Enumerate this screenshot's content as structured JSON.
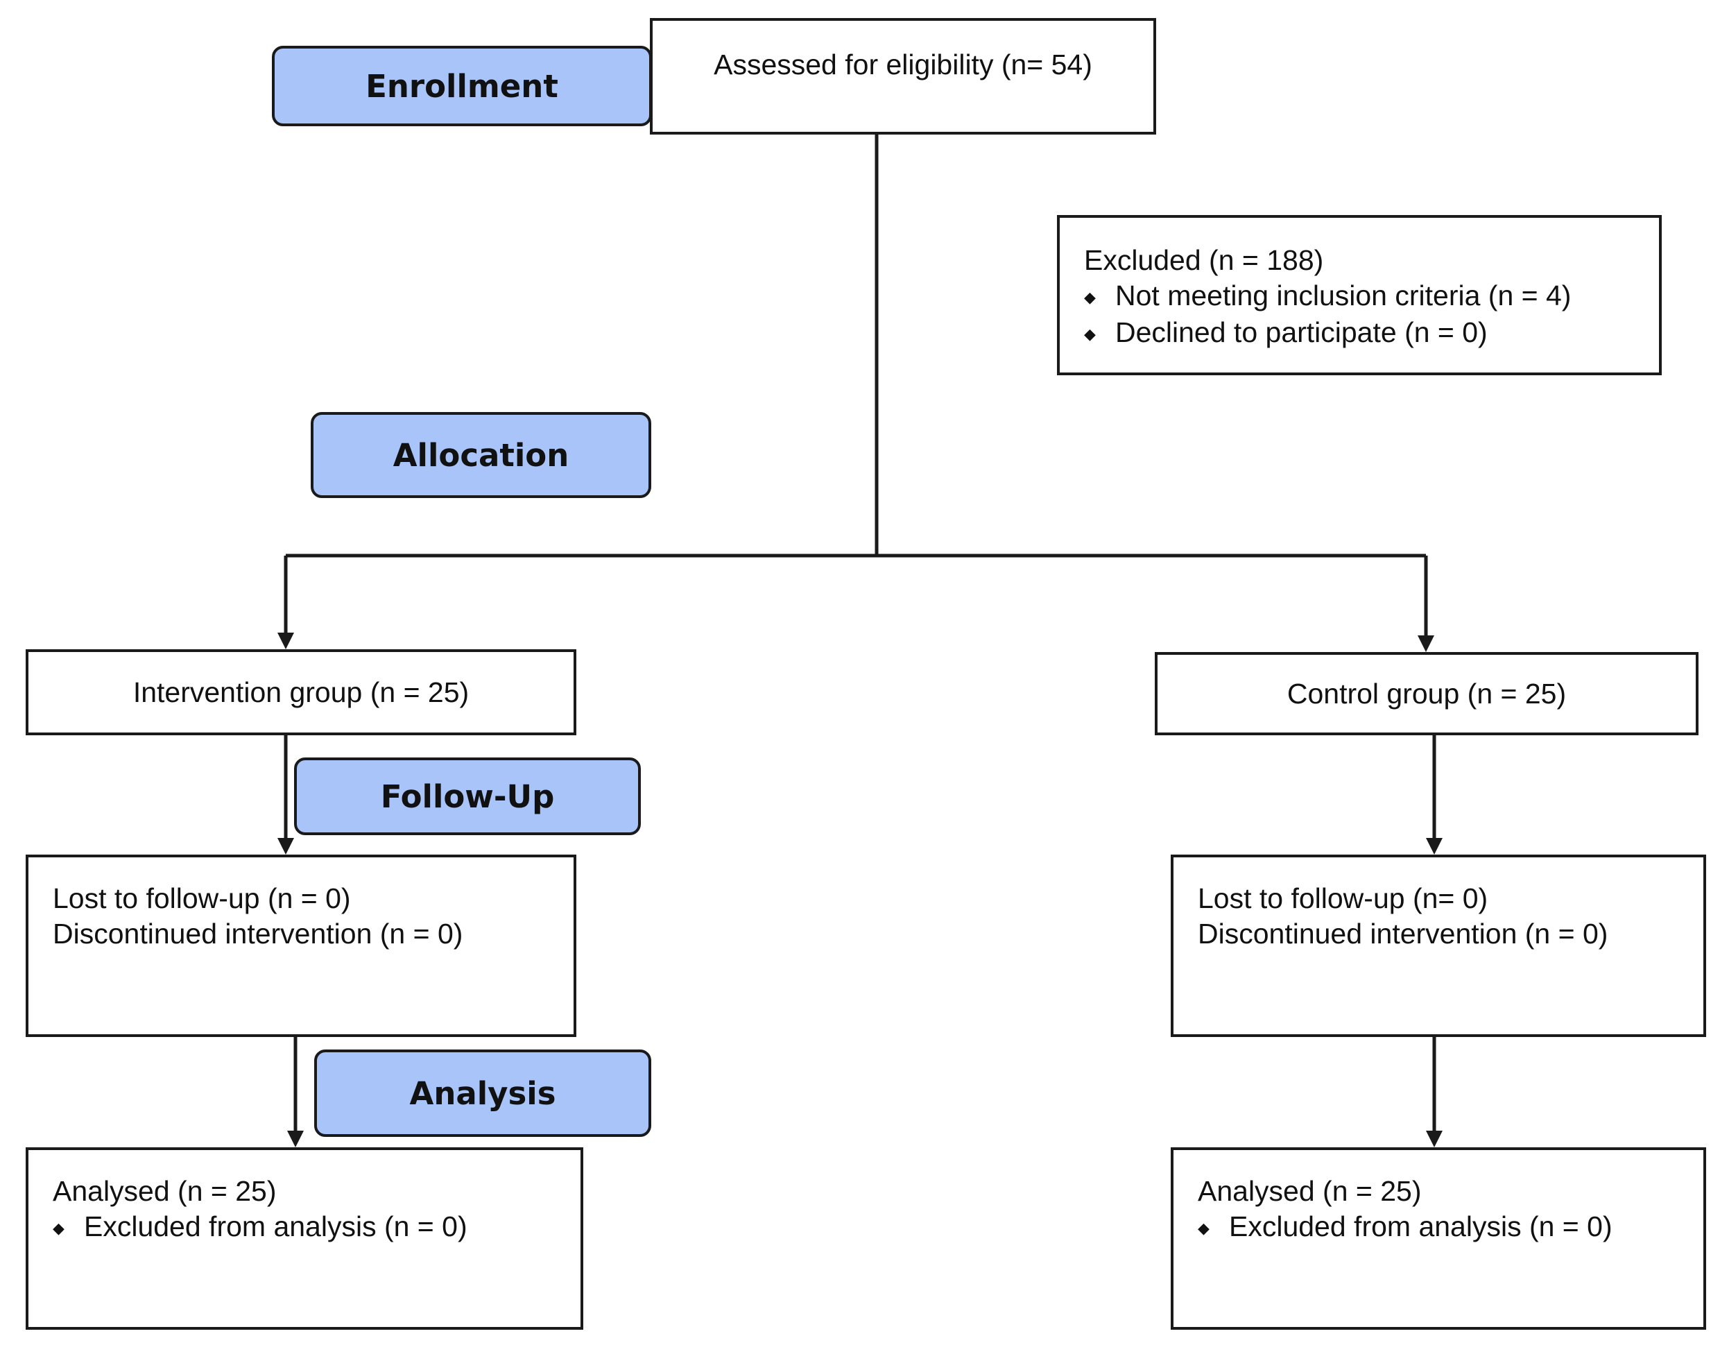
{
  "phases": {
    "enrollment": "Enrollment",
    "allocation": "Allocation",
    "follow_up": "Follow-Up",
    "analysis": "Analysis"
  },
  "assessed": "Assessed for eligibility (n= 54)",
  "excluded": {
    "title": "Excluded (n = 188)",
    "items": [
      "Not meeting inclusion criteria (n = 4)",
      "Declined to participate (n = 0)"
    ]
  },
  "intervention": {
    "group": "Intervention group (n = 25)",
    "follow_up": [
      "Lost to follow-up (n = 0)",
      "Discontinued intervention (n = 0)"
    ],
    "analysed": "Analysed (n = 25)",
    "analysis_items": [
      "Excluded from analysis (n = 0)"
    ]
  },
  "control": {
    "group": "Control group (n = 25)",
    "follow_up": [
      "Lost to follow-up (n= 0)",
      "Discontinued intervention (n = 0)"
    ],
    "analysed": "Analysed (n = 25)",
    "analysis_items": [
      "Excluded from analysis (n = 0)"
    ]
  },
  "bullet_glyph": "◆",
  "colors": {
    "phase_fill": "#a8c4f8",
    "line": "#1a1a1a"
  }
}
